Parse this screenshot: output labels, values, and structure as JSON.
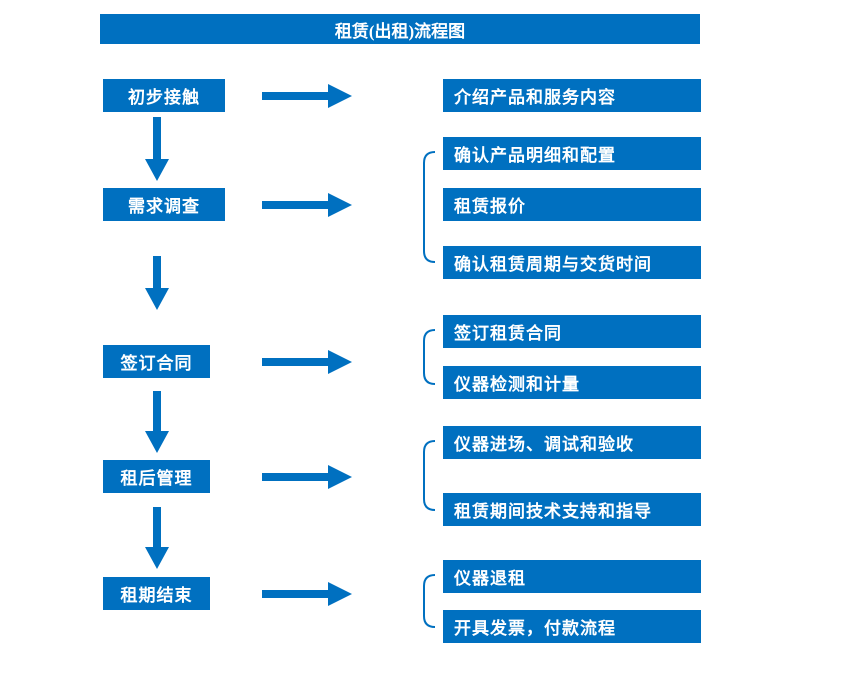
{
  "title": "租赁(出租)流程图",
  "colors": {
    "primary": "#0070C0",
    "box_text": "#FFFFFF",
    "background": "#FFFFFF"
  },
  "steps": [
    {
      "label": "初步接触",
      "details": [
        "介绍产品和服务内容"
      ]
    },
    {
      "label": "需求调查",
      "details": [
        "确认产品明细和配置",
        "租赁报价",
        "确认租赁周期与交货时间"
      ]
    },
    {
      "label": "签订合同",
      "details": [
        "签订租赁合同",
        "仪器检测和计量"
      ]
    },
    {
      "label": "租后管理",
      "details": [
        "仪器进场、调试和验收",
        "租赁期间技术支持和指导"
      ]
    },
    {
      "label": "租期结束",
      "details": [
        "仪器退租",
        "开具发票，付款流程"
      ]
    }
  ]
}
